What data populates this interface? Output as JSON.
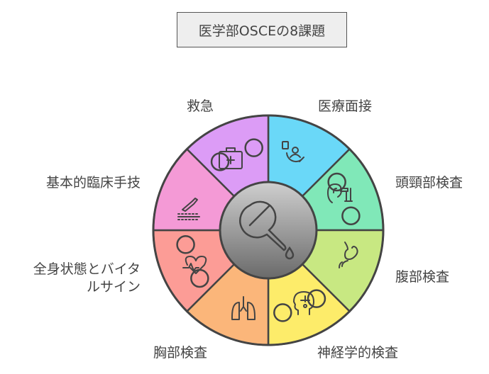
{
  "title": "医学部OSCEの8課題",
  "segments": [
    {
      "label": "医療面接",
      "icon": "doctor-interview-icon",
      "color": "#6ad8f8"
    },
    {
      "label": "頭頸部検査",
      "icon": "ear-exam-icon",
      "color": "#80e8b8"
    },
    {
      "label": "腹部検査",
      "icon": "stomach-icon",
      "color": "#c8e882"
    },
    {
      "label": "神経学的検査",
      "icon": "brain-head-icon",
      "color": "#fdec6a"
    },
    {
      "label": "胸部検査",
      "icon": "lungs-icon",
      "color": "#fbb67a"
    },
    {
      "label": "全身状態とバイタルサイン",
      "label_lines": [
        "全身状態とバイタ",
        "ルサイン"
      ],
      "icon": "heart-pulse-icon",
      "color": "#fc9c96"
    },
    {
      "label": "基本的臨床手技",
      "icon": "scalpel-icon",
      "color": "#f49ad6"
    },
    {
      "label": "救急",
      "icon": "first-aid-kit-icon",
      "color": "#dc9cf6"
    }
  ],
  "center_icon": "dropper-icon"
}
